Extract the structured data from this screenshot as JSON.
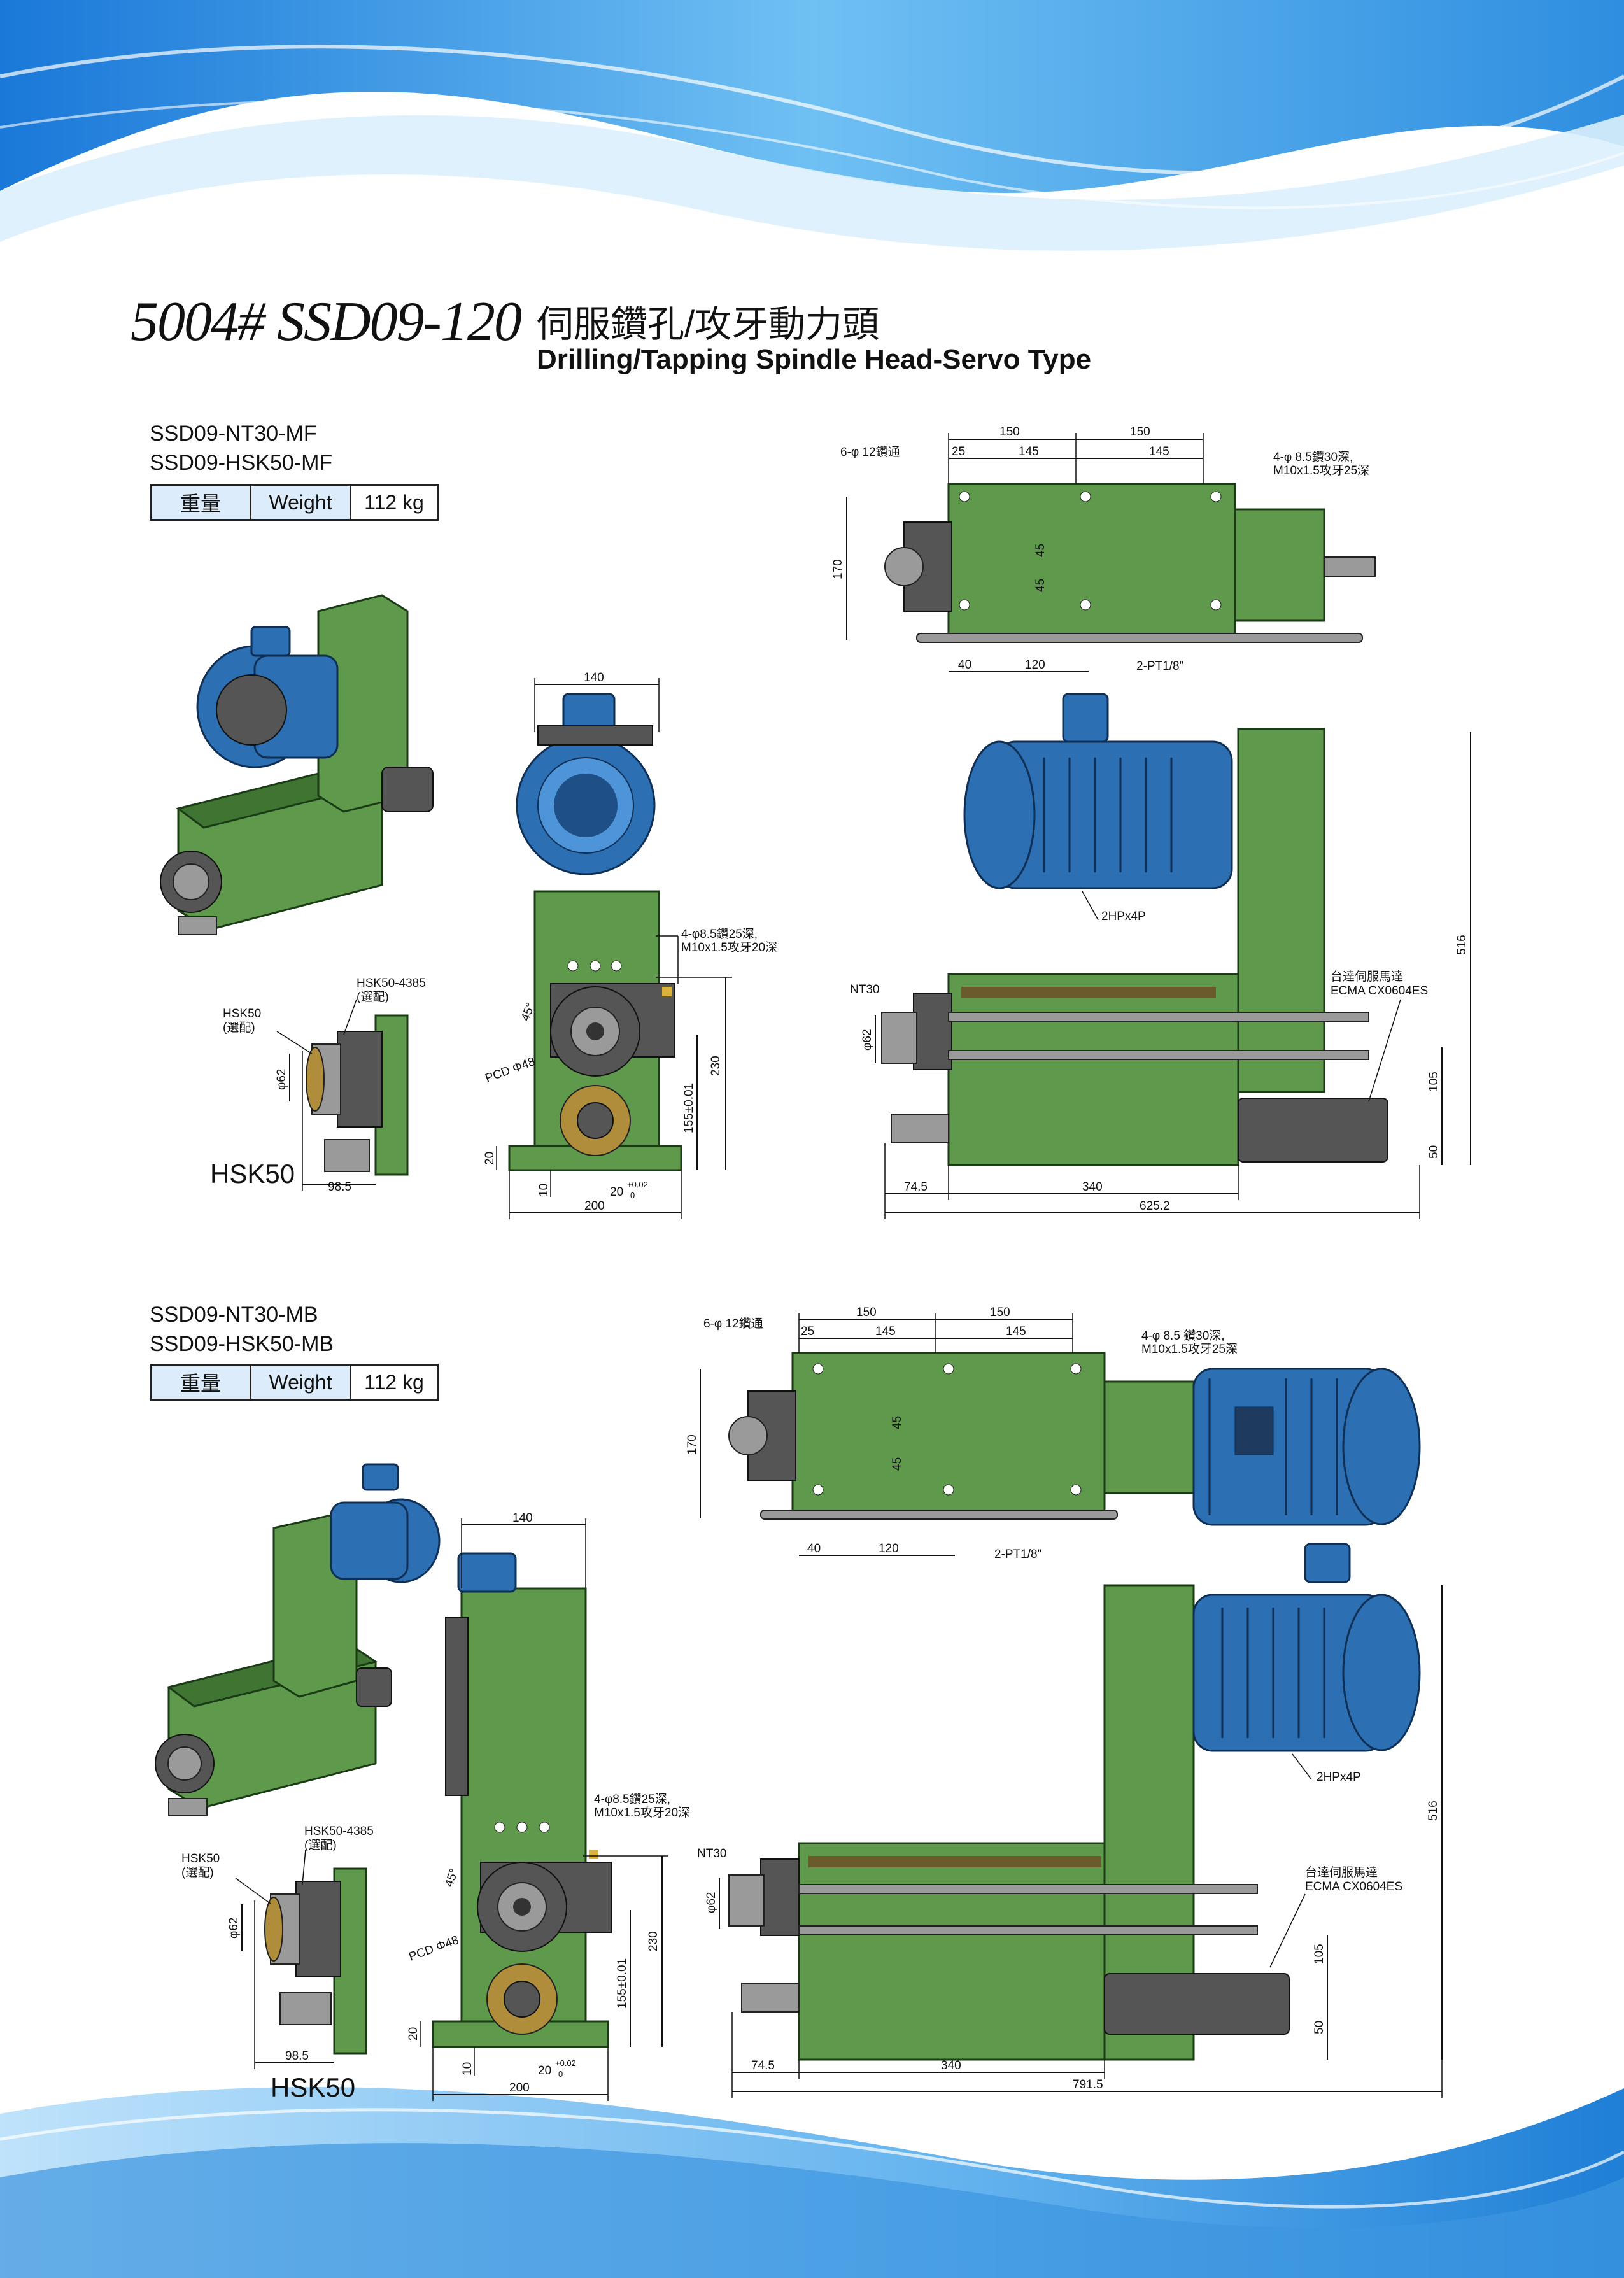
{
  "header": {
    "model_code": "5004# SSD09-120",
    "title_zh": "伺服鑽孔/攻牙動力頭",
    "title_en": "Drilling/Tapping Spindle Head-Servo Type"
  },
  "sections": [
    {
      "models": [
        "SSD09-NT30-MF",
        "SSD09-HSK50-MF"
      ],
      "weight": {
        "label_zh": "重量",
        "label_en": "Weight",
        "value": "112 kg"
      },
      "hsk_label": "HSK50",
      "hsk_callouts": {
        "main": "HSK50",
        "main_note": "(選配)",
        "adapter": "HSK50-4385",
        "adapter_note": "(選配)"
      },
      "top_view": {
        "hole_note": "6-φ 12鑽通",
        "tap_note_1": "4-φ 8.5鑽30深,",
        "tap_note_2": "M10x1.5攻牙25深",
        "port_note": "2-PT1/8\"",
        "dims": {
          "d150a": "150",
          "d150b": "150",
          "d25": "25",
          "d145a": "145",
          "d145b": "145",
          "d170": "170",
          "d45a": "45",
          "d45b": "45",
          "d40": "40",
          "d120": "120"
        }
      },
      "front_view": {
        "dims": {
          "d140": "140",
          "d230": "230",
          "d155": "155±0.01",
          "d20": "20",
          "d10": "10",
          "d200": "200",
          "d20tol": "20",
          "tol_up": "+0.02",
          "tol_low": "0",
          "pcd": "PCD Φ48",
          "angle": "45°"
        },
        "tap_note_1": "4-φ8.5鑽25深,",
        "tap_note_2": "M10x1.5攻牙20深"
      },
      "side_view": {
        "motor_label": "2HPx4P",
        "servo_label_1": "台達伺服馬達",
        "servo_label_2": "ECMA CX0604ES",
        "nt30": "NT30",
        "dims": {
          "d62": "φ62",
          "d516": "516",
          "d105": "105",
          "d50": "50",
          "d745": "74.5",
          "d340": "340",
          "dtotal": "625.2"
        }
      },
      "hsk_dims": {
        "d62": "φ62",
        "d985": "98.5"
      }
    },
    {
      "models": [
        "SSD09-NT30-MB",
        "SSD09-HSK50-MB"
      ],
      "weight": {
        "label_zh": "重量",
        "label_en": "Weight",
        "value": "112 kg"
      },
      "hsk_label": "HSK50",
      "hsk_callouts": {
        "main": "HSK50",
        "main_note": "(選配)",
        "adapter": "HSK50-4385",
        "adapter_note": "(選配)"
      },
      "top_view": {
        "hole_note": "6-φ 12鑽通",
        "tap_note_1": "4-φ 8.5 鑽30深,",
        "tap_note_2": "M10x1.5攻牙25深",
        "port_note": "2-PT1/8\"",
        "dims": {
          "d150a": "150",
          "d150b": "150",
          "d25": "25",
          "d145a": "145",
          "d145b": "145",
          "d170": "170",
          "d45a": "45",
          "d45b": "45",
          "d40": "40",
          "d120": "120"
        }
      },
      "front_view": {
        "dims": {
          "d140": "140",
          "d230": "230",
          "d155": "155±0.01",
          "d20": "20",
          "d10": "10",
          "d200": "200",
          "d20tol": "20",
          "tol_up": "+0.02",
          "tol_low": "0",
          "pcd": "PCD Φ48",
          "angle": "45°"
        },
        "tap_note_1": "4-φ8.5鑽25深,",
        "tap_note_2": "M10x1.5攻牙20深"
      },
      "side_view": {
        "motor_label": "2HPx4P",
        "servo_label_1": "台達伺服馬達",
        "servo_label_2": "ECMA CX0604ES",
        "nt30": "NT30",
        "dims": {
          "d62": "φ62",
          "d516": "516",
          "d105": "105",
          "d50": "50",
          "d745": "74.5",
          "d340": "340",
          "dtotal": "791.5"
        }
      },
      "hsk_dims": {
        "d62": "φ62",
        "d985": "98.5"
      }
    }
  ],
  "colors": {
    "machine_green": "#5f9a4c",
    "motor_blue": "#2c6fb3",
    "wave_blue": "#4aa3e6",
    "weight_fill": "#dcecfa"
  }
}
